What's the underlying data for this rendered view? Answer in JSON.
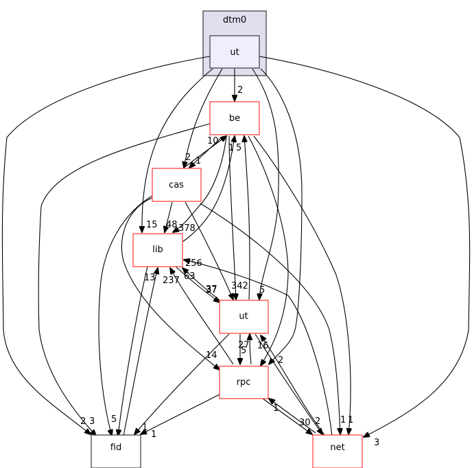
{
  "cluster": {
    "label": "dtm0",
    "fill": "#dfdfef",
    "stroke": "#444444"
  },
  "nodes": {
    "dtm0_ut": {
      "label": "ut",
      "fill": "#eeeeff",
      "stroke": "#444444"
    },
    "be": {
      "label": "be",
      "stroke": "#ff0000"
    },
    "cas": {
      "label": "cas",
      "stroke": "#ff0000"
    },
    "lib": {
      "label": "lib",
      "stroke": "#ff0000"
    },
    "ut": {
      "label": "ut",
      "stroke": "#ff0000"
    },
    "rpc": {
      "label": "rpc",
      "stroke": "#ff0000"
    },
    "fid": {
      "label": "fid",
      "stroke": "#444444"
    },
    "net": {
      "label": "net",
      "stroke": "#ff0000"
    }
  },
  "edges": [
    {
      "from": "dtm0/ut",
      "to": "be",
      "label": "2"
    },
    {
      "from": "dtm0/ut",
      "to": "cas",
      "label": "2"
    },
    {
      "from": "dtm0/ut",
      "to": "lib",
      "label": "15"
    },
    {
      "from": "dtm0/ut",
      "to": "ut",
      "label": "5"
    },
    {
      "from": "dtm0/ut",
      "to": "rpc",
      "label": "2"
    },
    {
      "from": "dtm0/ut",
      "to": "fid",
      "label": "2"
    },
    {
      "from": "dtm0/ut",
      "to": "net",
      "label": "3"
    },
    {
      "from": "be",
      "to": "cas",
      "label": "1"
    },
    {
      "from": "be",
      "to": "lib",
      "label": "378"
    },
    {
      "from": "be",
      "to": "ut",
      "label": "342"
    },
    {
      "from": "be",
      "to": "rpc",
      "label": "2"
    },
    {
      "from": "be",
      "to": "fid",
      "label": "3"
    },
    {
      "from": "be",
      "to": "net",
      "label": "1"
    },
    {
      "from": "cas",
      "to": "be",
      "label": "10"
    },
    {
      "from": "cas",
      "to": "lib",
      "label": "48"
    },
    {
      "from": "cas",
      "to": "ut",
      "label": "37"
    },
    {
      "from": "cas",
      "to": "rpc",
      "label": "14"
    },
    {
      "from": "cas",
      "to": "fid",
      "label": "5"
    },
    {
      "from": "cas",
      "to": "net",
      "label": "1"
    },
    {
      "from": "lib",
      "to": "be",
      "label": "5"
    },
    {
      "from": "lib",
      "to": "ut",
      "label": "37"
    },
    {
      "from": "lib",
      "to": "fid",
      "label": "1"
    },
    {
      "from": "ut",
      "to": "be",
      "label": "1"
    },
    {
      "from": "ut",
      "to": "lib",
      "label": "63"
    },
    {
      "from": "ut",
      "to": "rpc",
      "label": "5"
    },
    {
      "from": "ut",
      "to": "fid",
      "label": "1"
    },
    {
      "from": "ut",
      "to": "net",
      "label": "2"
    },
    {
      "from": "rpc",
      "to": "lib",
      "label": "237"
    },
    {
      "from": "rpc",
      "to": "ut",
      "label": "27"
    },
    {
      "from": "rpc",
      "to": "fid",
      "label": "1"
    },
    {
      "from": "rpc",
      "to": "net",
      "label": "30"
    },
    {
      "from": "fid",
      "to": "lib",
      "label": "13"
    },
    {
      "from": "net",
      "to": "lib",
      "label": "256"
    },
    {
      "from": "net",
      "to": "ut",
      "label": "16"
    },
    {
      "from": "net",
      "to": "rpc",
      "label": "1"
    }
  ]
}
